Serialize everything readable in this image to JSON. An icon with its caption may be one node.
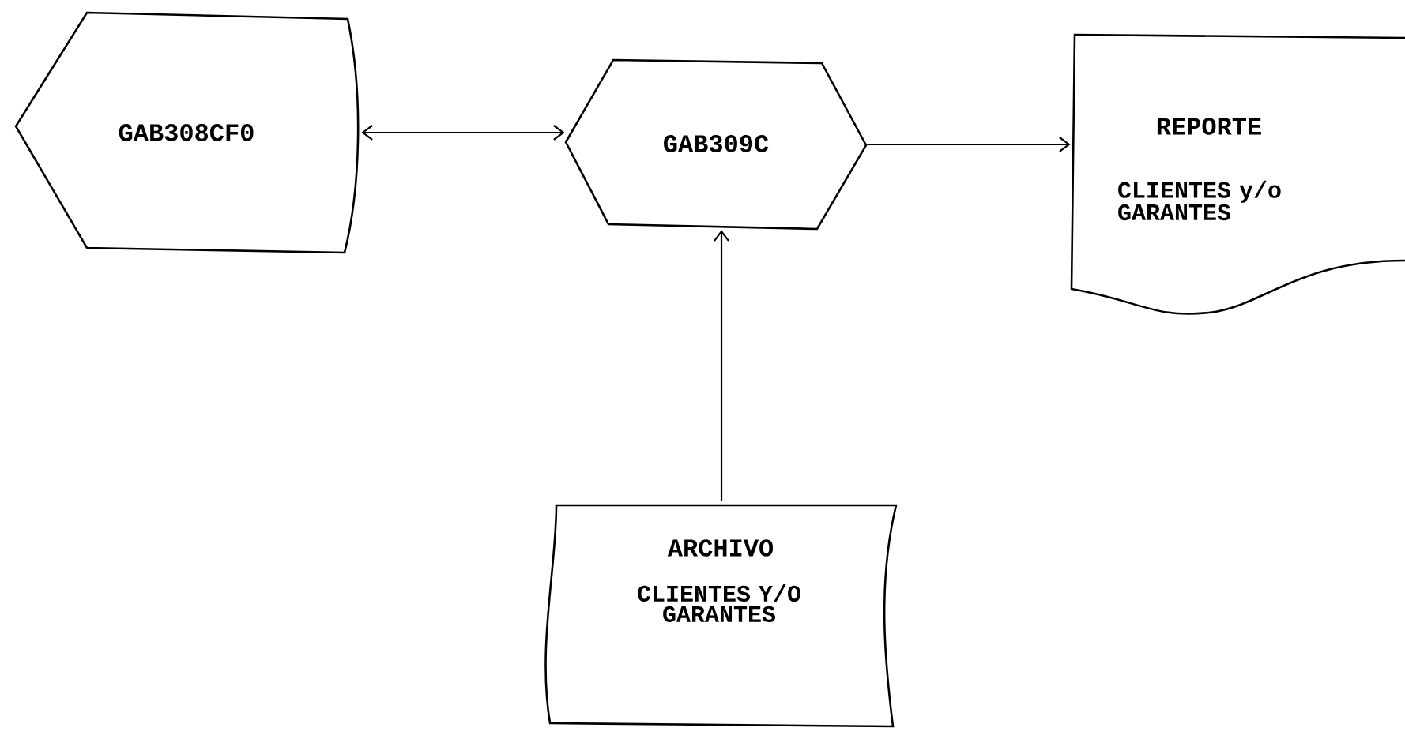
{
  "diagram": {
    "nodes": [
      {
        "text": [
          "GAB308CF0"
        ]
      },
      {
        "text": [
          "GAB309C"
        ]
      },
      {
        "text": [
          "REPORTE",
          "CLIENTES y/o GARANTES"
        ]
      },
      {
        "text": [
          "ARCHIVO",
          "CLIENTES Y/O GARANTES"
        ]
      }
    ],
    "edges": [
      {
        "from": 0,
        "to": 1,
        "arrow": "both"
      },
      {
        "from": 1,
        "to": 2,
        "arrow": "to"
      },
      {
        "from": 3,
        "to": 1,
        "arrow": "to"
      }
    ]
  }
}
